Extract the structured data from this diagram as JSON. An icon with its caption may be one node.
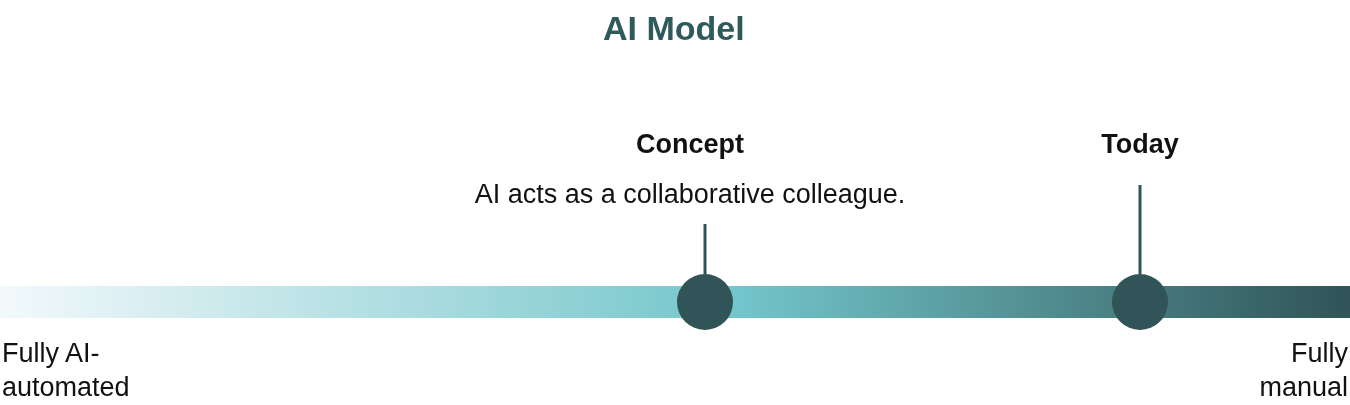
{
  "diagram": {
    "title": "AI Model",
    "nodes": [
      {
        "text": [
          "Concept",
          "AI acts as a collaborative colleague."
        ]
      },
      {
        "text": [
          "Today"
        ]
      },
      {
        "text": [],
        "shape": "bar"
      },
      {
        "text": [],
        "shape": "circle"
      },
      {
        "text": [],
        "shape": "circle"
      }
    ],
    "edges": [
      {
        "from": 0,
        "to": 3,
        "arrow": "none"
      },
      {
        "from": 1,
        "to": 4,
        "arrow": "none"
      }
    ],
    "labels": [
      "Fully AI-automated",
      "Fully manual"
    ]
  }
}
